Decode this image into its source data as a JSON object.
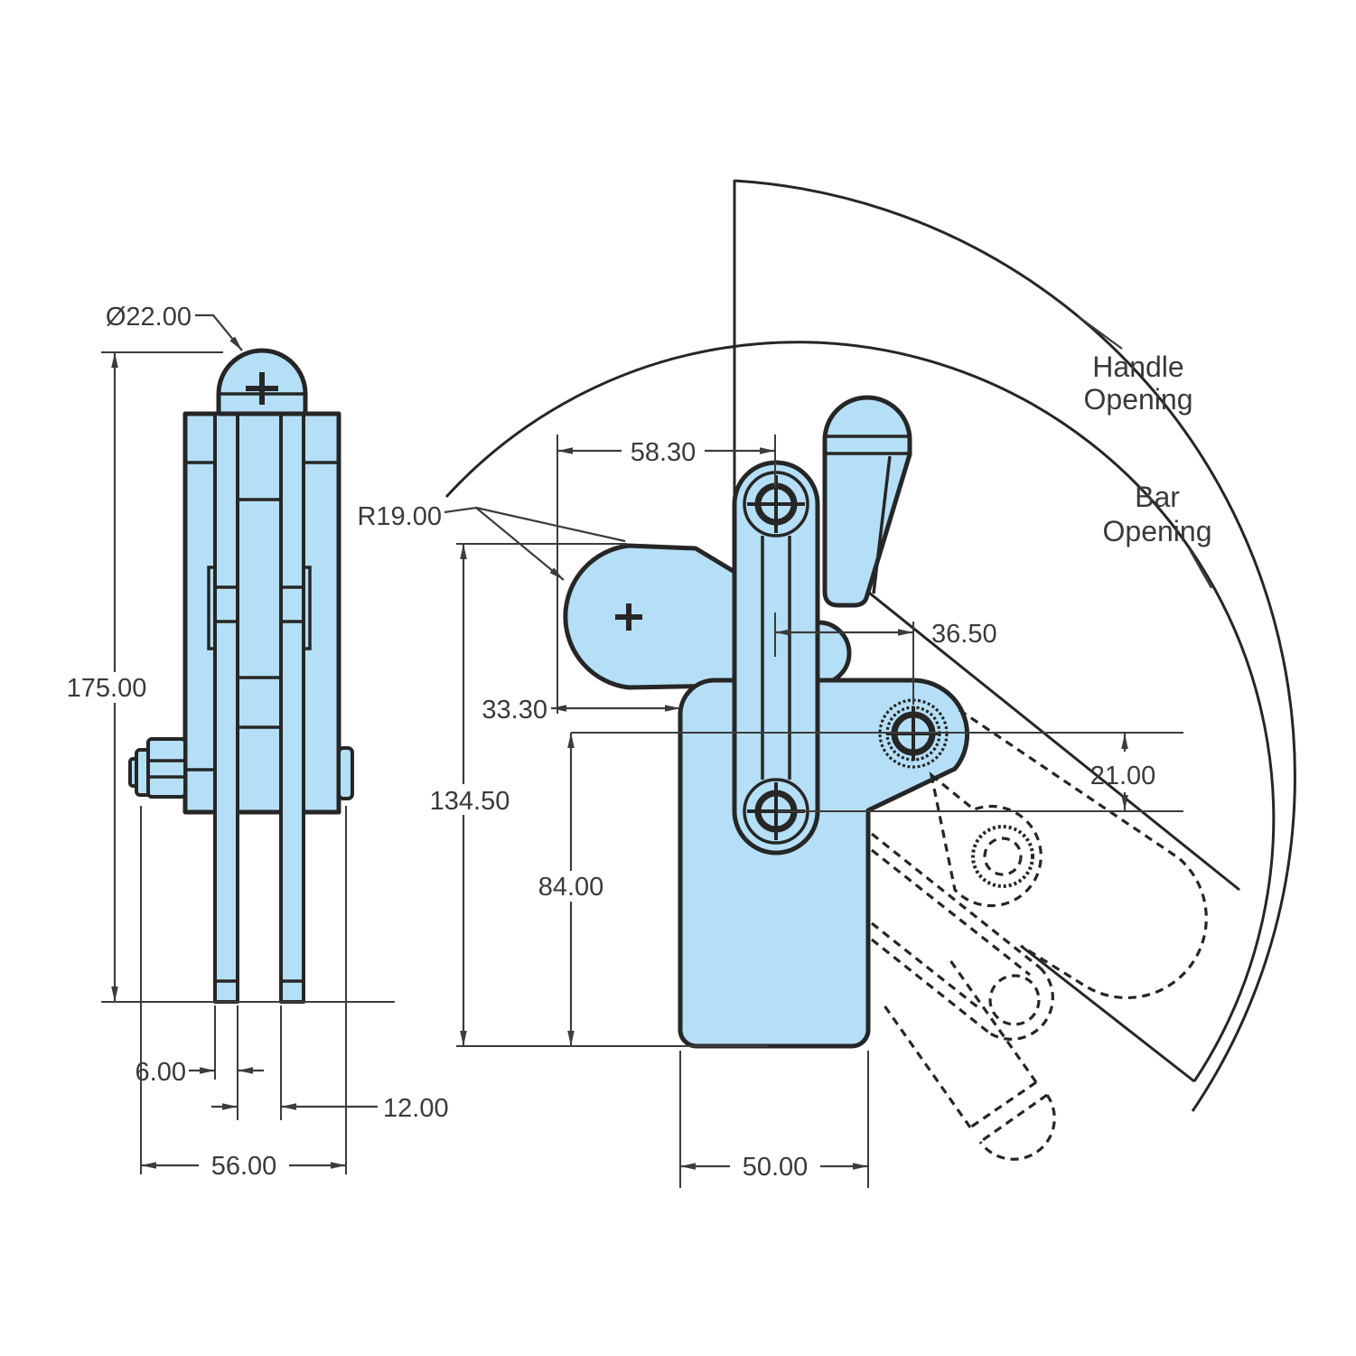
{
  "drawing": {
    "colors": {
      "part_fill": "#b5dff6",
      "line": "#262626",
      "dimension": "#3c3c3c",
      "background": "#ffffff"
    },
    "labels": {
      "handle_opening_1": "Handle",
      "handle_opening_2": "Opening",
      "bar_opening_1": "Bar",
      "bar_opening_2": "Opening"
    },
    "side_view": {
      "dims": {
        "spindle_diameter": "Ø22.00",
        "overall_height": "175.00",
        "plate_thickness": "6.00",
        "plate_gap": "12.00",
        "overall_width": "56.00"
      }
    },
    "front_view": {
      "dims": {
        "handle_pivot_x": "58.30",
        "bar_end_radius": "R19.00",
        "bar_to_body": "33.30",
        "pivot_offset_x": "36.50",
        "pivot_offset_y": "21.00",
        "height_to_bar": "134.50",
        "height_to_pivot": "84.00",
        "body_width": "50.00"
      }
    }
  }
}
